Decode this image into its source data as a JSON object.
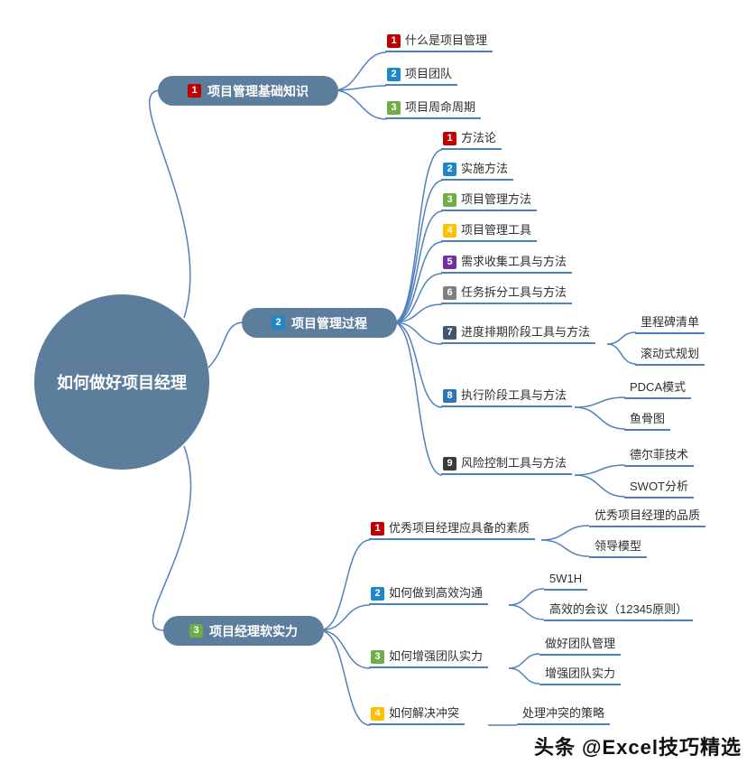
{
  "watermark": "头条 @Excel技巧精选",
  "colors": {
    "node_fill": "#5d7d9d",
    "line": "#4f81bd",
    "badge_red": "#c00000",
    "badge_blue": "#1e87c9",
    "badge_green": "#70ad47",
    "badge_yellow": "#ffc000",
    "badge_purple": "#7030a0",
    "badge_gray": "#7f7f7f",
    "badge_slate": "#44546a",
    "badge_blue_dark": "#2e75b6",
    "badge_dark": "#3a3a3a"
  },
  "root": {
    "label": "如何做好项目经理"
  },
  "branches": [
    {
      "badge": "1",
      "color": "#c00000",
      "label": "项目管理基础知识",
      "children": [
        {
          "badge": "1",
          "color": "#c00000",
          "label": "什么是项目管理"
        },
        {
          "badge": "2",
          "color": "#1e87c9",
          "label": "项目团队"
        },
        {
          "badge": "3",
          "color": "#70ad47",
          "label": "项目周命周期"
        }
      ]
    },
    {
      "badge": "2",
      "color": "#1e87c9",
      "label": "项目管理过程",
      "children": [
        {
          "badge": "1",
          "color": "#c00000",
          "label": "方法论"
        },
        {
          "badge": "2",
          "color": "#1e87c9",
          "label": "实施方法"
        },
        {
          "badge": "3",
          "color": "#70ad47",
          "label": "项目管理方法"
        },
        {
          "badge": "4",
          "color": "#ffc000",
          "label": "项目管理工具"
        },
        {
          "badge": "5",
          "color": "#7030a0",
          "label": "需求收集工具与方法"
        },
        {
          "badge": "6",
          "color": "#7f7f7f",
          "label": "任务拆分工具与方法"
        },
        {
          "badge": "7",
          "color": "#44546a",
          "label": "进度排期阶段工具与方法",
          "children": [
            {
              "label": "里程碑清单"
            },
            {
              "label": "滚动式规划"
            }
          ]
        },
        {
          "badge": "8",
          "color": "#2e75b6",
          "label": "执行阶段工具与方法",
          "children": [
            {
              "label": "PDCA模式"
            },
            {
              "label": "鱼骨图"
            }
          ]
        },
        {
          "badge": "9",
          "color": "#3a3a3a",
          "label": "风险控制工具与方法",
          "children": [
            {
              "label": "德尔菲技术"
            },
            {
              "label": "SWOT分析"
            }
          ]
        }
      ]
    },
    {
      "badge": "3",
      "color": "#70ad47",
      "label": "项目经理软实力",
      "children": [
        {
          "badge": "1",
          "color": "#c00000",
          "label": "优秀项目经理应具备的素质",
          "children": [
            {
              "label": "优秀项目经理的品质"
            },
            {
              "label": "领导模型"
            }
          ]
        },
        {
          "badge": "2",
          "color": "#1e87c9",
          "label": "如何做到高效沟通",
          "children": [
            {
              "label": "5W1H"
            },
            {
              "label": "高效的会议（12345原则）"
            }
          ]
        },
        {
          "badge": "3",
          "color": "#70ad47",
          "label": "如何增强团队实力",
          "children": [
            {
              "label": "做好团队管理"
            },
            {
              "label": "增强团队实力"
            }
          ]
        },
        {
          "badge": "4",
          "color": "#ffc000",
          "label": "如何解决冲突",
          "children": [
            {
              "label": "处理冲突的策略"
            }
          ]
        }
      ]
    }
  ]
}
